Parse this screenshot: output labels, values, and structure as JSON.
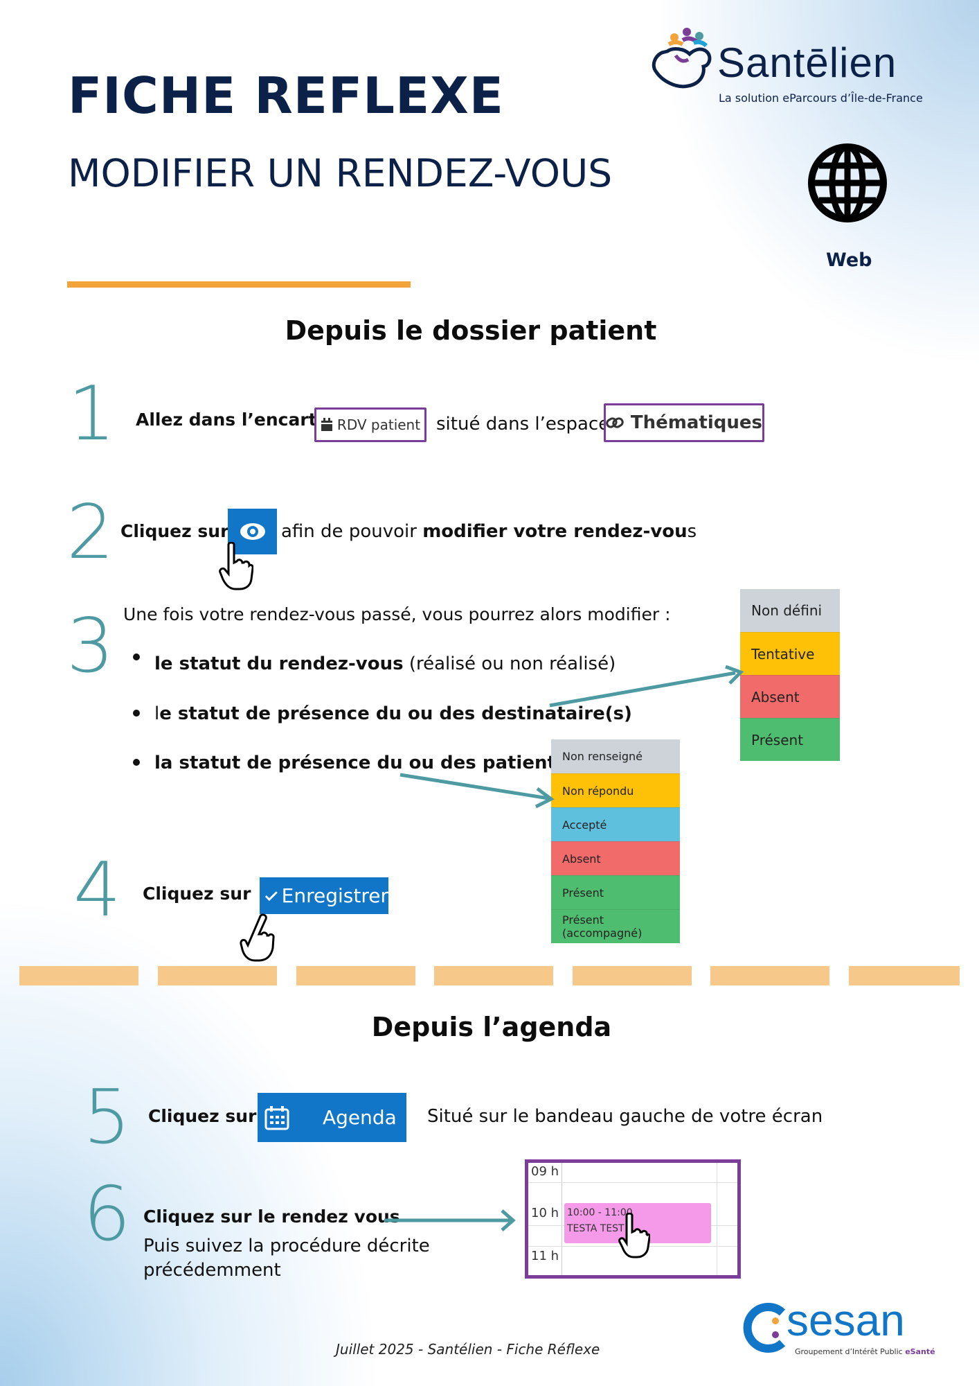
{
  "header": {
    "title": "FICHE REFLEXE",
    "subtitle": "MODIFIER UN RENDEZ-VOUS",
    "platform_label": "Web"
  },
  "brand": {
    "name": "Santēlien",
    "tagline": "La solution eParcours d’Île-de-France"
  },
  "section1": {
    "title": "Depuis le dossier patient",
    "step1": {
      "number": "1",
      "text_a": "Allez dans l’encart",
      "badge_rdv": "RDV patient",
      "text_b": "situé dans l’espace",
      "badge_thematiques": "Thématiques"
    },
    "step2": {
      "number": "2",
      "text_a": "Cliquez sur",
      "text_b": "afin de pouvoir ",
      "text_bold": "modifier votre rendez-vou",
      "text_end": "s"
    },
    "step3": {
      "number": "3",
      "intro": "Une fois votre rendez-vous passé, vous pourrez alors modifier :",
      "bullet1_bold": "le statut du rendez-vous",
      "bullet1_rest": " (réalisé ou non réalisé)",
      "bullet2_pre": "l",
      "bullet2_bold": "e statut de présence du ou des destinataire(s)",
      "bullet3_bold": "la statut de présence du ou des patient(s)",
      "statuses_destinataire": [
        {
          "label": "Non défini",
          "color": "#cdd3d9"
        },
        {
          "label": "Tentative",
          "color": "#ffc107"
        },
        {
          "label": "Absent",
          "color": "#f26b6b"
        },
        {
          "label": "Présent",
          "color": "#4fbd6f"
        }
      ],
      "statuses_patient": [
        {
          "label": "Non renseigné",
          "color": "#cdd3d9"
        },
        {
          "label": "Non répondu",
          "color": "#ffc107"
        },
        {
          "label": "Accepté",
          "color": "#5fc0de"
        },
        {
          "label": "Absent",
          "color": "#f26b6b"
        },
        {
          "label": "Présent",
          "color": "#4fbd6f"
        },
        {
          "label": "Présent (accompagné)",
          "color": "#4fbd6f"
        }
      ]
    },
    "step4": {
      "number": "4",
      "text": "Cliquez sur",
      "button_label": "Enregistrer"
    }
  },
  "section2": {
    "title": "Depuis l’agenda",
    "step5": {
      "number": "5",
      "text": "Cliquez sur",
      "button_label": "Agenda",
      "text_after": "Situé sur le bandeau gauche de votre écran"
    },
    "step6": {
      "number": "6",
      "text_bold": "Cliquez sur le rendez vous",
      "text_line2": "Puis suivez la procédure décrite",
      "text_line3": "précédemment",
      "calendar": {
        "hours": [
          "09 h",
          "10 h",
          "11 h"
        ],
        "event_time": "10:00 - 11:00",
        "event_title": "TESTA TEST"
      }
    }
  },
  "footer": {
    "text": "Juillet 2025 - Santélien - Fiche Réflexe",
    "sesan_name": "sesan",
    "sesan_tag_a": "Groupement d’Intérêt Public ",
    "sesan_tag_b": "eSanté"
  },
  "colors": {
    "navy": "#0c2147",
    "teal": "#4e9aa3",
    "orange": "#f2a33a",
    "purple": "#7a3e98",
    "blue": "#1176c7"
  }
}
